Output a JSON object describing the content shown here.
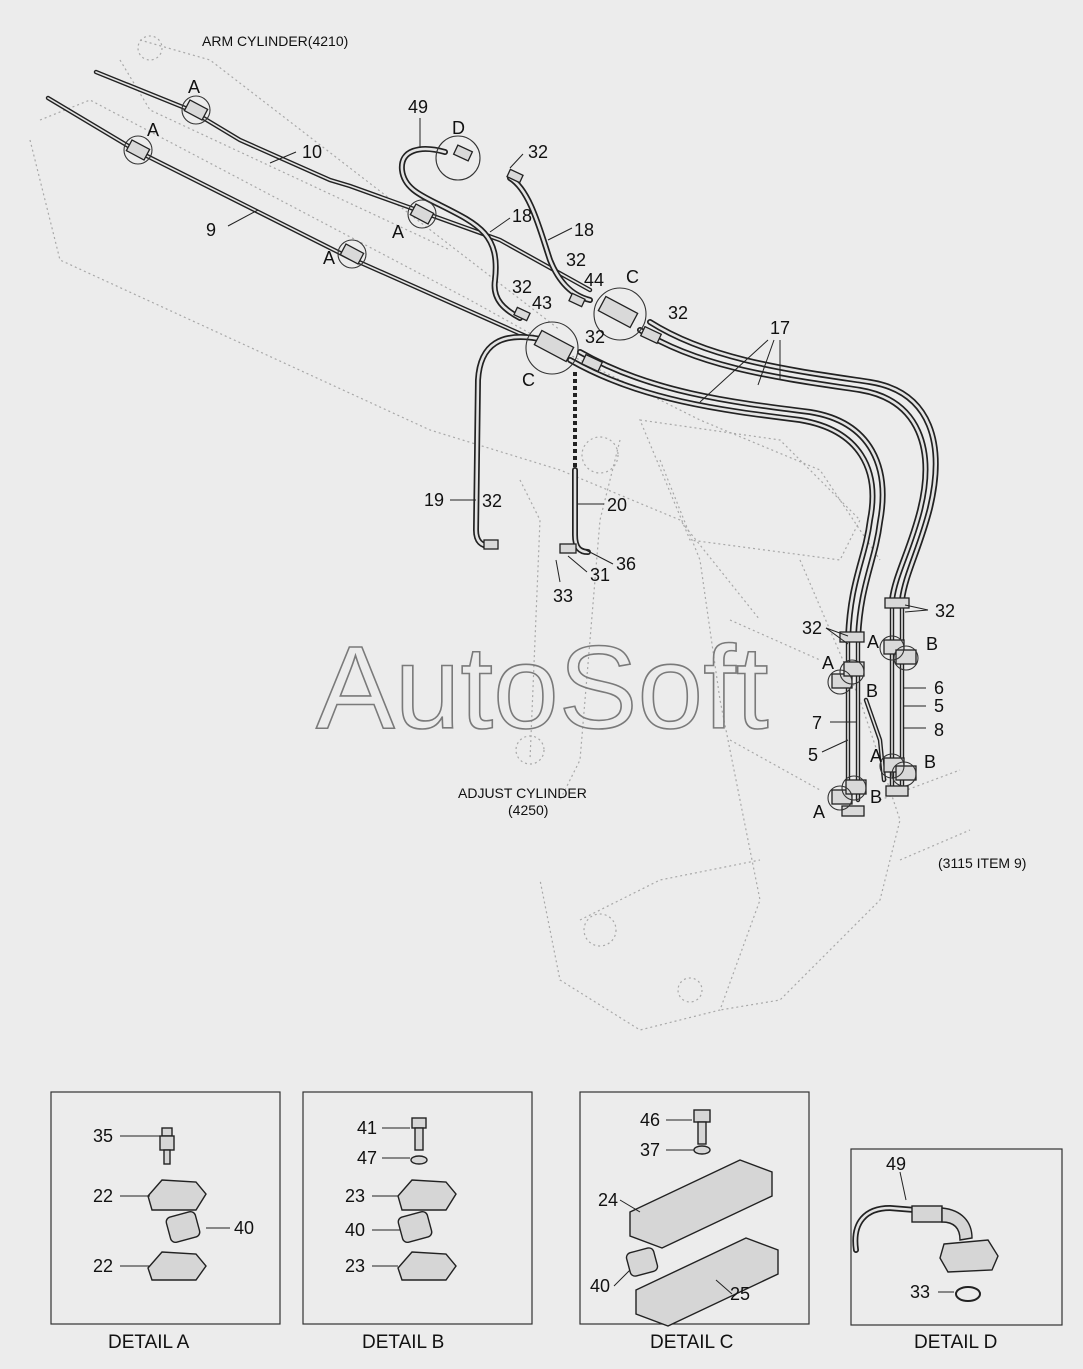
{
  "titles": {
    "arm_cylinder": "ARM CYLINDER(4210)",
    "adjust_cylinder_line1": "ADJUST CYLINDER",
    "adjust_cylinder_line2": "(4250)",
    "ref_item": "(3115 ITEM 9)",
    "watermark": "AutoSoft"
  },
  "callouts": {
    "n10": "10",
    "n9": "9",
    "n49": "49",
    "n18": "18",
    "n32": "32",
    "n44": "44",
    "n43": "43",
    "n17": "17",
    "n19": "19",
    "n20": "20",
    "n36": "36",
    "n31": "31",
    "n33": "33",
    "n6": "6",
    "n5": "5",
    "n8": "8",
    "n7": "7"
  },
  "detail_refs": {
    "a": "A",
    "b": "B",
    "c": "C",
    "d": "D"
  },
  "details": {
    "a": {
      "title": "DETAIL A",
      "parts": [
        "35",
        "22",
        "40",
        "22"
      ]
    },
    "b": {
      "title": "DETAIL B",
      "parts": [
        "41",
        "47",
        "23",
        "40",
        "23"
      ]
    },
    "c": {
      "title": "DETAIL C",
      "parts": [
        "46",
        "37",
        "24",
        "40",
        "25"
      ]
    },
    "d": {
      "title": "DETAIL D",
      "parts": [
        "49",
        "33"
      ]
    }
  }
}
